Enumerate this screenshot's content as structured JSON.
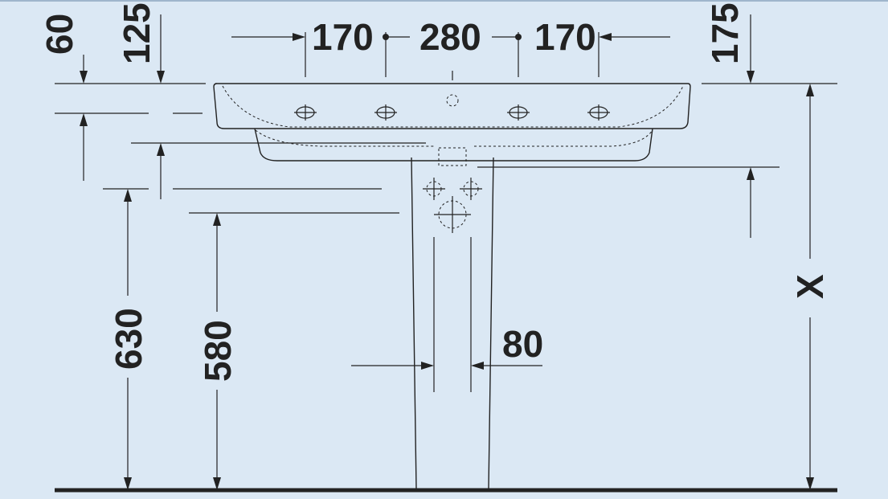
{
  "drawing": {
    "background": "#dbe8f4",
    "line_color": "#222222",
    "subject": "washbasin-with-pedestal-front-elevation",
    "dimensions": {
      "top_offset_1": "60",
      "top_offset_2": "125",
      "tap_left": "170",
      "tap_center": "280",
      "tap_right": "170",
      "right_offset": "175",
      "height_rim": "630",
      "height_base": "580",
      "pedestal_width": "80",
      "variable_height": "X"
    }
  }
}
